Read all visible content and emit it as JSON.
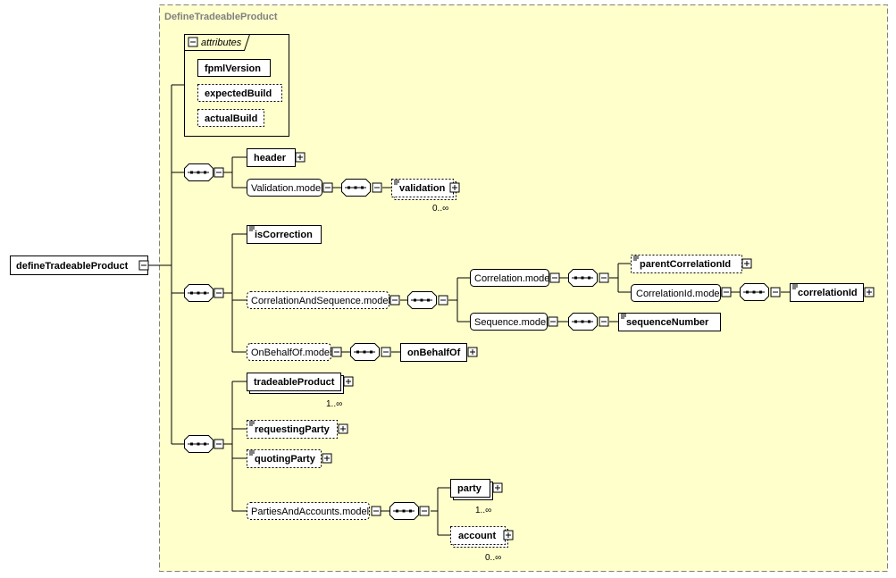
{
  "diagram": {
    "type_title": "DefineTradeableProduct",
    "root_element": "defineTradeableProduct",
    "attributes_title": "attributes",
    "attributes": [
      "fpmlVersion",
      "expectedBuild",
      "actualBuild"
    ],
    "group1": {
      "header": "header",
      "validation_model": "Validation.model",
      "validation": "validation",
      "validation_occurs": "0..∞"
    },
    "group2": {
      "is_correction": "isCorrection",
      "correlation_and_sequence_model": "CorrelationAndSequence.model",
      "correlation_model": "Correlation.model",
      "parent_correlation_id": "parentCorrelationId",
      "correlation_id_model": "CorrelationId.model",
      "correlation_id": "correlationId",
      "sequence_model": "Sequence.model",
      "sequence_number": "sequenceNumber",
      "on_behalf_of_model": "OnBehalfOf.model",
      "on_behalf_of": "onBehalfOf"
    },
    "group3": {
      "tradeable_product": "tradeableProduct",
      "tradeable_product_occurs": "1..∞",
      "requesting_party": "requestingParty",
      "quoting_party": "quotingParty",
      "parties_and_accounts_model": "PartiesAndAccounts.model",
      "party": "party",
      "party_occurs": "1..∞",
      "account": "account",
      "account_occurs": "0..∞"
    }
  },
  "colors": {
    "background": "#ffffcc",
    "border": "#000000",
    "frame_border": "#808080",
    "connector": "#000000"
  }
}
